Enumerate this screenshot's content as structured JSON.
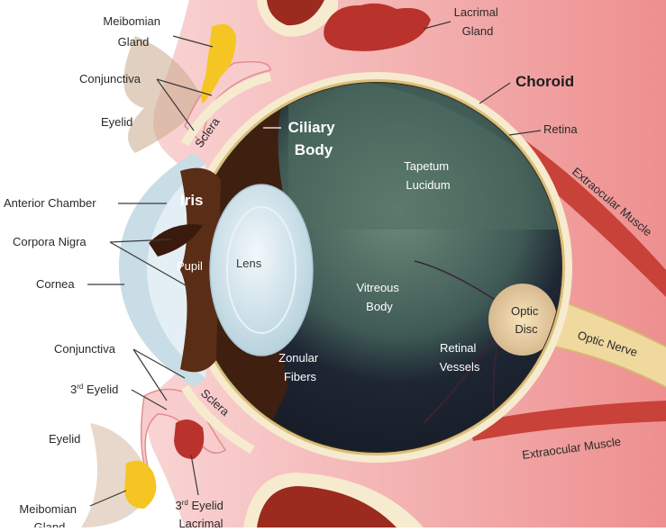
{
  "labels": {
    "meibomian_gland_top": [
      "Meibomian",
      "Gland"
    ],
    "lacrimal_gland": [
      "Lacrimal",
      "Gland"
    ],
    "conjunctiva_top": "Conjunctiva",
    "choroid": "Choroid",
    "eyelid_top": "Eyelid",
    "sclera_top": "Sclera",
    "ciliary_body": [
      "Ciliary",
      "Body"
    ],
    "retina": "Retina",
    "tapetum_lucidum": [
      "Tapetum",
      "Lucidum"
    ],
    "extraocular_muscle_top": "Extraocular Muscle",
    "anterior_chamber": "Anterior Chamber",
    "iris": "Iris",
    "corpora_nigra": "Corpora Nigra",
    "pupil": "Pupil",
    "lens": "Lens",
    "cornea": "Cornea",
    "vitreous_body": [
      "Vitreous",
      "Body"
    ],
    "optic_disc": [
      "Optic",
      "Disc"
    ],
    "optic_nerve": "Optic Nerve",
    "conjunctiva_bottom": "Conjunctiva",
    "retinal_vessels": [
      "Retinal",
      "Vessels"
    ],
    "zonular_fibers": [
      "Zonular",
      "Fibers"
    ],
    "third_eyelid": [
      "3",
      "rd",
      " Eyelid"
    ],
    "sclera_bottom": "Sclera",
    "eyelid_bottom": "Eyelid",
    "extraocular_muscle_bottom": "Extraocular Muscle",
    "meibomian_gland_bottom": [
      "Meibomian",
      "Gland"
    ],
    "third_eyelid_lacrimal": [
      "3",
      "rd",
      " Eyelid",
      "Lacrimal"
    ]
  },
  "colors": {
    "tissue_pink": "#f2a3a3",
    "tissue_light": "#f8cccc",
    "muscle_red": "#c8423a",
    "sclera_cream": "#f6ebcf",
    "gland_yellow": "#f5c623",
    "lacrimal_red": "#b9332c",
    "fundus_dark": "#1b2230",
    "tapetum_green": "#5d7a6c",
    "lens_blue": "#d4e6ee",
    "iris_brown": "#4b2614",
    "cornea_blue": "#c8dde6",
    "optic_tan": "#f0d99f"
  }
}
